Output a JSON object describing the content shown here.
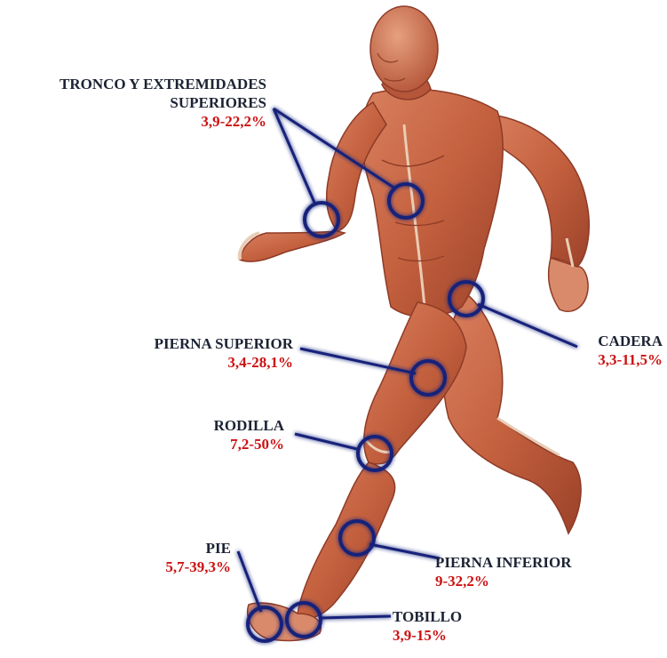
{
  "colors": {
    "label_name": "#1c2333",
    "label_percent": "#cc1111",
    "marker": "#17227a",
    "marker_glow": "#6f8cff",
    "muscle": "#c8664a",
    "muscle_dark": "#8e3b27",
    "tendon": "#e9cdb6"
  },
  "labels": {
    "trunk": {
      "line1": "TRONCO Y EXTREMIDADES",
      "line2": "SUPERIORES",
      "percent": "3,9-22,2%"
    },
    "hip": {
      "name": "CADERA",
      "percent": "3,3-11,5%"
    },
    "upper_leg": {
      "name": "PIERNA SUPERIOR",
      "percent": "3,4-28,1%"
    },
    "knee": {
      "name": "RODILLA",
      "percent": "7,2-50%"
    },
    "lower_leg": {
      "name": "PIERNA INFERIOR",
      "percent": "9-32,2%"
    },
    "foot": {
      "name": "PIE",
      "percent": "5,7-39,3%"
    },
    "ankle": {
      "name": "TOBILLO",
      "percent": "3,9-15%"
    }
  }
}
